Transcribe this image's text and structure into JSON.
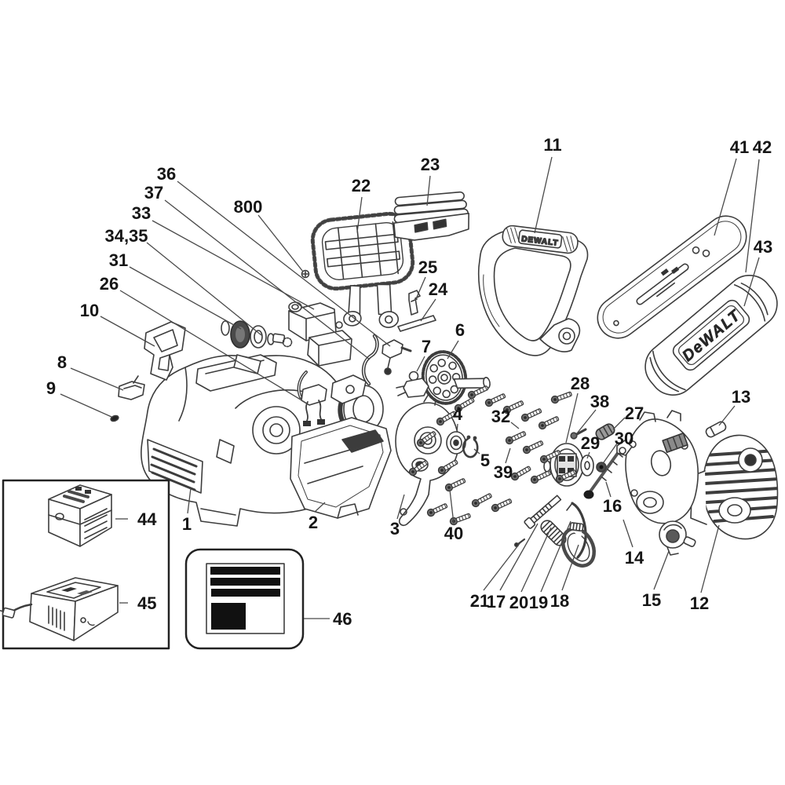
{
  "document": {
    "type": "exploded-parts-diagram",
    "subject": "DEWALT chainsaw parts schematic"
  },
  "colors": {
    "paper": "#ffffff",
    "ink": "#3d3d3d",
    "label_text": "#161616",
    "dark_fill": "#1d1d1d"
  },
  "branding": {
    "handle_logo": "DEWALT",
    "bar_cover_logo": "DeWALT"
  },
  "labels": {
    "n1": "1",
    "n2": "2",
    "n3": "3",
    "n4": "4",
    "n5": "5",
    "n6": "6",
    "n7": "7",
    "n8": "8",
    "n9": "9",
    "n10": "10",
    "n11": "11",
    "n12": "12",
    "n13": "13",
    "n14": "14",
    "n15": "15",
    "n16": "16",
    "n17": "17",
    "n18": "18",
    "n19": "19",
    "n20": "20",
    "n21": "21",
    "n22": "22",
    "n23": "23",
    "n24": "24",
    "n25": "25",
    "n26": "26",
    "n27": "27",
    "n28": "28",
    "n29": "29",
    "n30": "30",
    "n31": "31",
    "n32": "32",
    "n33": "33",
    "n34_35": "34,35",
    "n36": "36",
    "n37": "37",
    "n38": "38",
    "n39": "39",
    "n40": "40",
    "n41": "41",
    "n42": "42",
    "n43": "43",
    "n44": "44",
    "n45": "45",
    "n46": "46",
    "n800": "800"
  }
}
